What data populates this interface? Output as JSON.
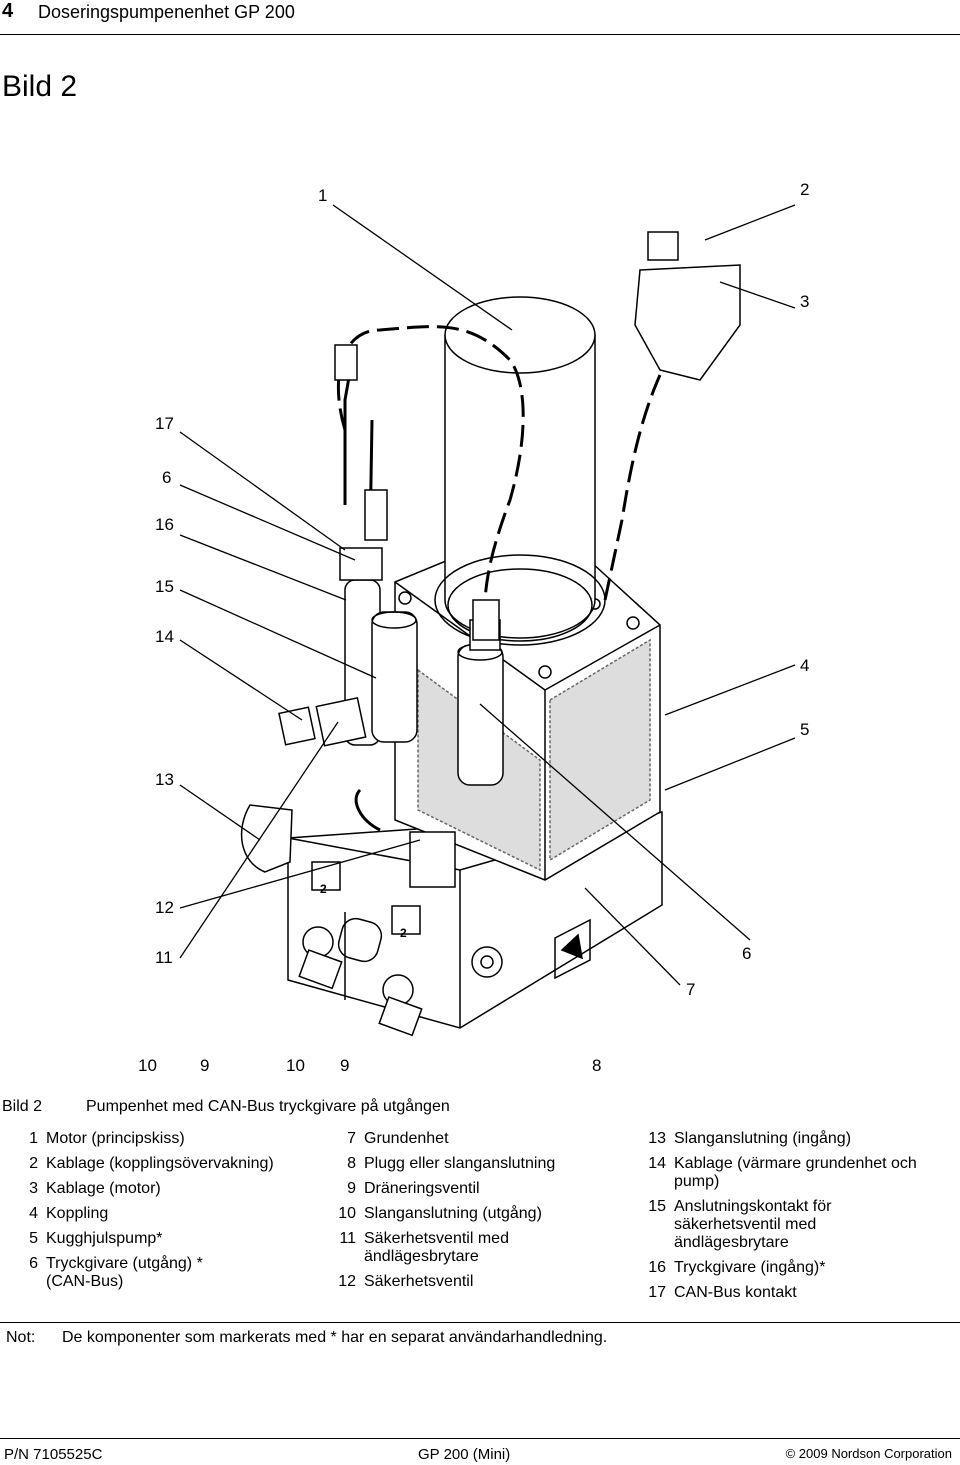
{
  "header": {
    "page_number": "4",
    "title": "Doseringspumpenenhet GP 200"
  },
  "figure": {
    "title": "Bild 2",
    "callouts": {
      "c1": "1",
      "c2": "2",
      "c3": "3",
      "c4": "4",
      "c5": "5",
      "c6a": "6",
      "c6b": "6",
      "c7": "7",
      "c8": "8",
      "c9a": "9",
      "c9b": "9",
      "c10a": "10",
      "c10b": "10",
      "c11": "11",
      "c12": "12",
      "c13": "13",
      "c14": "14",
      "c15": "15",
      "c16": "16",
      "c17": "17"
    },
    "plate_labels": {
      "p1": "2",
      "p2": "2"
    }
  },
  "caption": {
    "label": "Bild 2",
    "text": "Pumpenhet med CAN-Bus tryckgivare på utgången"
  },
  "legend": {
    "col1": [
      {
        "n": "1",
        "t": "Motor (principskiss)"
      },
      {
        "n": "2",
        "t": "Kablage (kopplingsövervakning)"
      },
      {
        "n": "3",
        "t": "Kablage (motor)"
      },
      {
        "n": "4",
        "t": "Koppling"
      },
      {
        "n": "5",
        "t": "Kugghjulspump*"
      },
      {
        "n": "6",
        "t": "Tryckgivare (utgång) * (CAN-Bus)"
      }
    ],
    "col2": [
      {
        "n": "7",
        "t": "Grundenhet"
      },
      {
        "n": "8",
        "t": "Plugg eller slanganslutning"
      },
      {
        "n": "9",
        "t": "Dräneringsventil"
      },
      {
        "n": "10",
        "t": "Slanganslutning (utgång)"
      },
      {
        "n": "11",
        "t": "Säkerhetsventil med ändlägesbrytare"
      },
      {
        "n": "12",
        "t": "Säkerhetsventil"
      }
    ],
    "col3": [
      {
        "n": "13",
        "t": "Slanganslutning (ingång)"
      },
      {
        "n": "14",
        "t": "Kablage (värmare grundenhet och pump)"
      },
      {
        "n": "15",
        "t": "Anslutningskontakt för säkerhetsventil med ändlägesbrytare"
      },
      {
        "n": "16",
        "t": "Tryckgivare (ingång)*"
      },
      {
        "n": "17",
        "t": "CAN-Bus kontakt"
      }
    ]
  },
  "note": {
    "label": "Not:",
    "text": "De komponenter som markerats med * har en separat användarhandledning."
  },
  "footer": {
    "left": "P/N 7105525C",
    "center": "GP 200 (Mini)",
    "right": "© 2009 Nordson Corporation"
  }
}
